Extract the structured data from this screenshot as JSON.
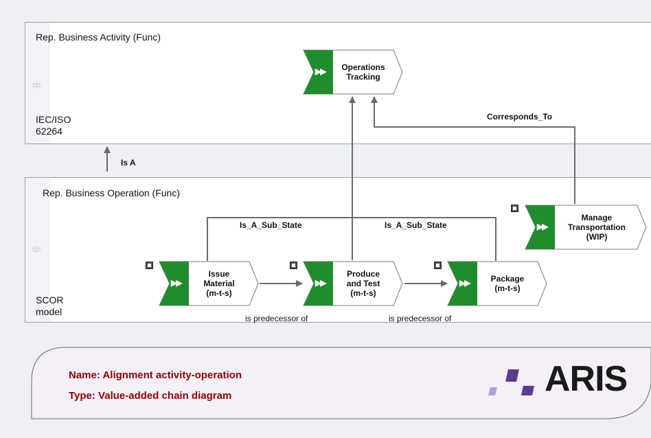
{
  "lanes": {
    "top": {
      "title": "Rep. Business Activity (Func)",
      "label": "IEC/ISO\n62264",
      "marker": "±|±"
    },
    "bottom": {
      "title": "Rep. Business Operation (Func)",
      "label": "SCOR\nmodel",
      "marker": "±|±"
    }
  },
  "functions": {
    "operations_tracking": "Operations\nTracking",
    "issue_material": "Issue\nMaterial\n(m-t-s)",
    "produce_and_test": "Produce\nand Test\n(m-t-s)",
    "package": "Package\n(m-t-s)",
    "manage_transportation": "Manage\nTransportation\n(WIP)"
  },
  "edges": {
    "is_a": "Is A",
    "corresponds_to": "Corresponds_To",
    "sub_state_left": "Is_A_Sub_State",
    "sub_state_right": "Is_A_Sub_State",
    "predecessor_1": "is predecessor of",
    "predecessor_2": "is predecessor of"
  },
  "legend": {
    "name": "Name: Alignment activity-operation",
    "type": "Type: Value-added chain diagram",
    "logo": "ARIS"
  },
  "colors": {
    "function_green": "#218c2e",
    "legend_text": "#8b0000",
    "logo_purple": "#5b3a8f",
    "legend_fill": "#f5f0f8"
  },
  "icons": {
    "function": "chevron-double-icon",
    "assignment": "assignment-icon",
    "lane_marker": "lane-marker-icon"
  }
}
